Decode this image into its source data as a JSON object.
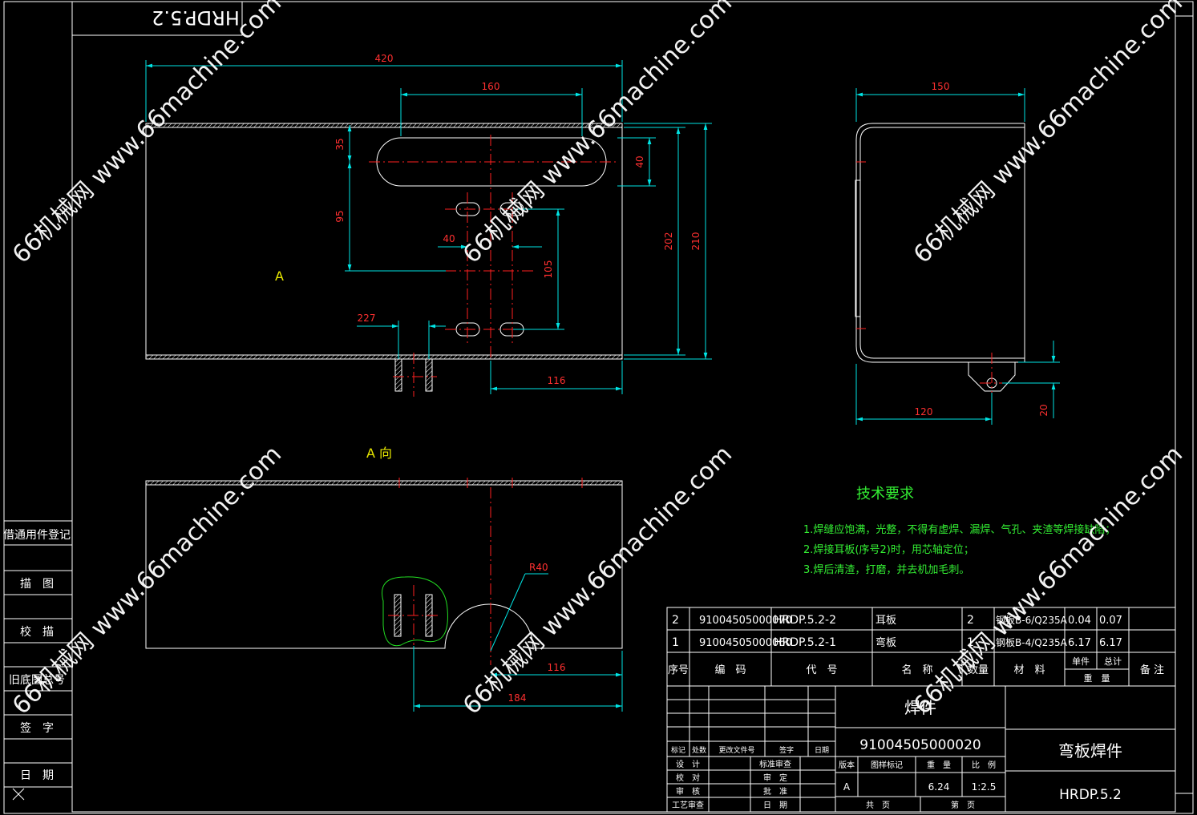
{
  "header": {
    "drawing_code_mirrored": "HRDP.5.2"
  },
  "views": {
    "view_label_a": "A",
    "view_label_a_dir": "A 向",
    "dims_front": {
      "d420": "420",
      "d160": "160",
      "d35": "35",
      "d40": "40",
      "d95": "95",
      "d40b": "40",
      "d202": "202",
      "d210": "210",
      "d105": "105",
      "d227": "227",
      "d116": "116"
    },
    "dims_side": {
      "d150": "150",
      "d120": "120",
      "d20": "20"
    },
    "dims_bottom": {
      "r40": "R40",
      "d116": "116",
      "d184": "184"
    }
  },
  "tech_requirements": {
    "title": "技术要求",
    "items": [
      "1.焊缝应饱满，光整，不得有虚焊、漏焊、气孔、夹渣等焊接缺陷；",
      "2.焊接耳板(序号2)时，用芯轴定位；",
      "3.焊后清渣，打磨，并去机加毛刺。"
    ]
  },
  "parts_list": {
    "rows": [
      {
        "no": "2",
        "code": "91004505000070",
        "drawing": "HRDP.5.2-2",
        "name": "耳板",
        "qty": "2",
        "material": "钢板B-6/Q235A",
        "unit_weight": "0.04",
        "total_weight": "0.07",
        "remark": ""
      },
      {
        "no": "1",
        "code": "91004505000060",
        "drawing": "HRDP.5.2-1",
        "name": "弯板",
        "qty": "1",
        "material": "钢板B-4/Q235A",
        "unit_weight": "6.17",
        "total_weight": "6.17",
        "remark": ""
      }
    ],
    "headers": {
      "no": "序号",
      "code": "编　码",
      "drawing": "代　号",
      "name": "名　称",
      "qty": "数量",
      "material": "材　料",
      "unit": "单件",
      "total": "总计",
      "weight": "重　量",
      "remark": "备 注"
    }
  },
  "title_block": {
    "type": "焊件",
    "code": "91004505000020",
    "name": "弯板焊件",
    "drawing_no": "HRDP.5.2",
    "revision_labels": {
      "mark": "标记",
      "count": "处数",
      "doc": "更改文件号",
      "sign": "签字",
      "date": "日期"
    },
    "roles": {
      "design": "设　计",
      "check": "校　对",
      "review": "审　核",
      "process": "工艺审查",
      "std": "标准审查",
      "audit": "审　定",
      "approve": "批　准",
      "date": "日　期"
    },
    "meta_labels": {
      "version": "版本",
      "stage": "图样标记",
      "weight": "重　量",
      "scale": "比　例",
      "sheets": "共　页",
      "sheet": "第　页"
    },
    "version": "A",
    "weight": "6.24",
    "scale": "1:2.5"
  },
  "left_strip": {
    "items": [
      "借通用件登记",
      "描　图",
      "校　描",
      "旧底图总号",
      "签　字",
      "日　期"
    ]
  },
  "watermark": {
    "text": "66机械网 www.66machine.com"
  },
  "colors": {
    "background": "#000000",
    "outline": "#ffffff",
    "dimension": "#00e5e5",
    "centerline": "#ff2020",
    "text_green": "#33ee33",
    "watermark": "#ffffff"
  }
}
